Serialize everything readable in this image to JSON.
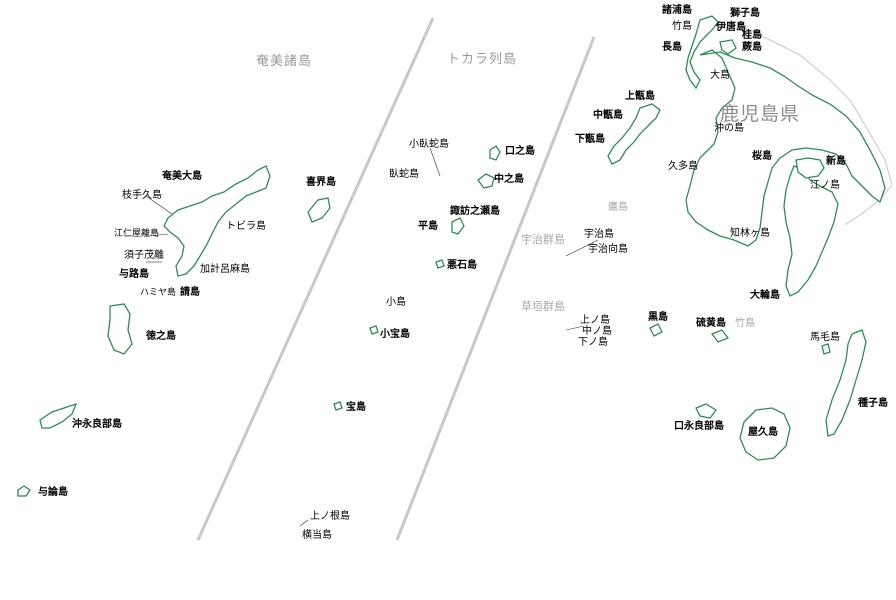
{
  "regions": {
    "amami": "奄美諸島",
    "tokara": "トカラ列島",
    "kagoshima": "鹿児島県"
  },
  "amami": {
    "amami_oshima": "奄美大島",
    "edateku": "枝手久島",
    "eniyabanare": "江仁屋離島",
    "sukomobanare": "須子茂離",
    "yoro": "与路島",
    "hamiya": "ハミヤ島",
    "ukeshima": "請島",
    "kakeromajima": "加計呂麻島",
    "tobira": "トビラ島",
    "kikai": "喜界島",
    "tokunoshima": "徳之島",
    "okinoerabu": "沖永良部島",
    "yoron": "与論島"
  },
  "tokara": {
    "kogajajima": "小臥蛇島",
    "gajajima": "臥蛇島",
    "kuchinoshima": "口之島",
    "nakanoshima": "中之島",
    "suwanosejima": "諏訪之瀬島",
    "tairajima": "平島",
    "akusekijima": "悪石島",
    "kojima": "小島",
    "kodakarajima": "小宝島",
    "takarajima": "宝島",
    "kaminonejima": "上ノ根島",
    "yokoatejima": "横当島"
  },
  "north": {
    "moroura": "諸浦島",
    "shishi": "獅子島",
    "takeshima_n": "竹島",
    "ibashima": "伊唐島",
    "katsura": "桂島",
    "warabi": "蕨島",
    "nagashima": "長島",
    "oshima_n": "大島",
    "kamikoshiki": "上甑島",
    "nakakoshiki": "中甑島",
    "shimokoshiki": "下甑島",
    "okinoshima": "沖の島",
    "kutashima": "久多島",
    "sakurajima": "桜島",
    "shinjima": "新島",
    "enoshima": "江ノ島",
    "takashima": "鷹島",
    "chirin": "知林ヶ島",
    "ujigunto": "宇治群島",
    "ujishima": "宇治島",
    "ujimukaijima": "宇治向島",
    "kusagaki": "草垣群島",
    "kaminoshima": "上ノ島",
    "nakanoshima_k": "中ノ島",
    "shimonoshima": "下ノ島",
    "kuroshima": "黒島",
    "iojima": "硫黄島",
    "takeshima_s": "竹島",
    "mageshima": "馬毛島",
    "tanegashima": "種子島",
    "kuchinoerabu": "口永良部島",
    "yakushima": "屋久島",
    "onejima": "大輪島"
  }
}
